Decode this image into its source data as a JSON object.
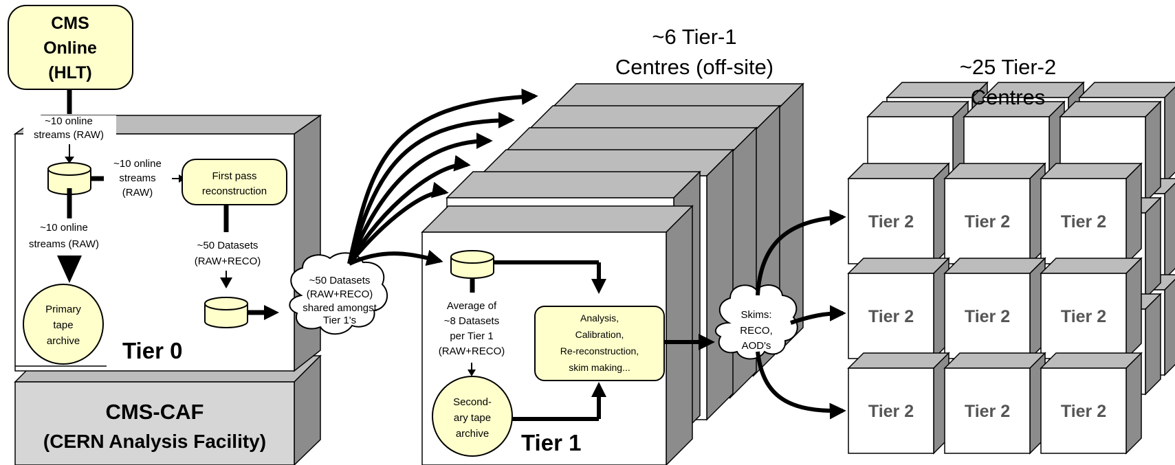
{
  "colors": {
    "box_face": "#ffffff",
    "box_top": "#bcbcbc",
    "box_side": "#8c8c8c",
    "caf_face": "#d6d6d6",
    "yellow": "#ffffcc",
    "outline": "#000000",
    "tier_text": "#555555"
  },
  "online": {
    "line1": "CMS",
    "line2": "Online",
    "line3": "(HLT)"
  },
  "tier0": {
    "streams_top": [
      "~10 online",
      "streams (RAW)"
    ],
    "streams_right": [
      "~10 online",
      "streams",
      "(RAW)"
    ],
    "streams_down": [
      "~10 online",
      "streams (RAW)"
    ],
    "first_pass": [
      "First pass",
      "reconstruction"
    ],
    "datasets": [
      "~50 Datasets",
      "(RAW+RECO)"
    ],
    "primary_tape": [
      "Primary",
      "tape",
      "archive"
    ],
    "label": "Tier 0"
  },
  "caf": {
    "line1": "CMS-CAF",
    "line2": "(CERN Analysis Facility)"
  },
  "shared_cloud": [
    "~50 Datasets",
    "(RAW+RECO)",
    "shared amongst",
    "Tier 1's"
  ],
  "tier1_header": [
    "~6 Tier-1",
    "Centres (off-site)"
  ],
  "tier1": {
    "average": [
      "Average of",
      "~8 Datasets",
      "per Tier 1",
      "(RAW+RECO)"
    ],
    "analysis": [
      "Analysis,",
      "Calibration,",
      "Re-reconstruction,",
      "skim making..."
    ],
    "secondary_tape": [
      "Second-",
      "ary tape",
      "archive"
    ],
    "label": "Tier 1"
  },
  "skims_cloud": [
    "Skims:",
    "RECO,",
    "AOD's"
  ],
  "tier2_header": [
    "~25 Tier-2",
    "Centres"
  ],
  "tier2_label": "Tier 2"
}
